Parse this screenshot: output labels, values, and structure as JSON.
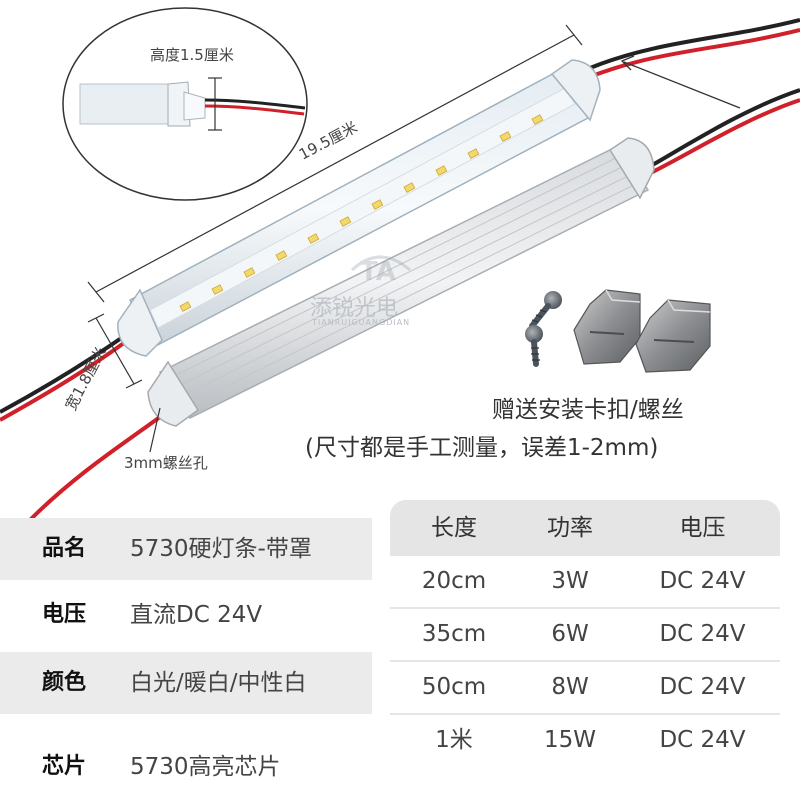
{
  "colors": {
    "accent_red": "#d0202a",
    "panel_gray": "#ebebeb",
    "table_gray": "#e5e5e5"
  },
  "callouts": {
    "height": "高度1.5厘米",
    "length": "19.5厘米",
    "width": "宽1.8厘米",
    "screw_hole": "3mm螺丝孔"
  },
  "watermark": {
    "brand_cn": "添锐光电",
    "brand_pinyin": "TIANRUIGUANGDIAN"
  },
  "accessories_note": "赠送安装卡扣/螺丝",
  "size_note": "(尺寸都是手工测量，误差1-2mm)",
  "specs": [
    {
      "label": "品名",
      "value": "5730硬灯条-带罩"
    },
    {
      "label": "电压",
      "value": "直流DC 24V"
    },
    {
      "label": "颜色",
      "value": "白光/暖白/中性白"
    },
    {
      "label": "芯片",
      "value": "5730高亮芯片"
    }
  ],
  "table": {
    "headers": [
      "长度",
      "功率",
      "电压"
    ],
    "rows": [
      [
        "20cm",
        "3W",
        "DC 24V"
      ],
      [
        "35cm",
        "6W",
        "DC 24V"
      ],
      [
        "50cm",
        "8W",
        "DC 24V"
      ],
      [
        "1米",
        "15W",
        "DC 24V"
      ]
    ]
  },
  "icons": [
    "led-bar-front",
    "led-bar-back",
    "screw-icon",
    "mounting-clip-icon",
    "arrow-icon"
  ]
}
